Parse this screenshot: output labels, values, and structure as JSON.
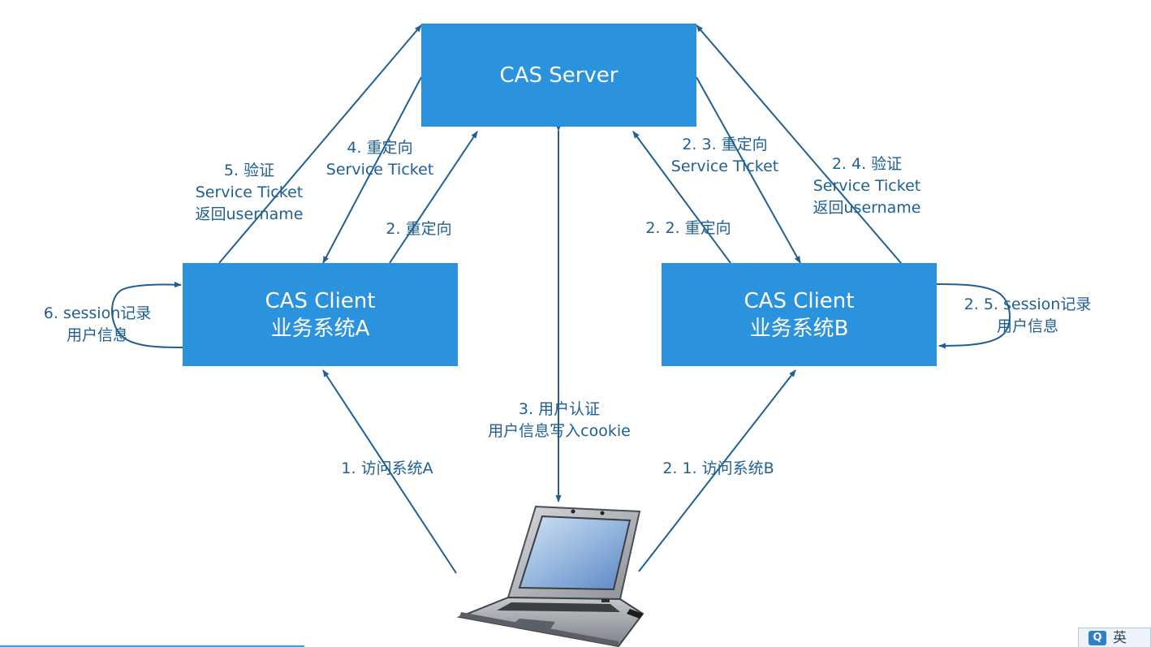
{
  "nodes": {
    "server": {
      "lines": [
        "CAS Server"
      ]
    },
    "client_a": {
      "lines": [
        "CAS Client",
        "业务系统A"
      ]
    },
    "client_b": {
      "lines": [
        "CAS Client",
        "业务系统B"
      ]
    }
  },
  "labels": {
    "a_access": "1. 访问系统A",
    "a_redirect": "2. 重定向",
    "auth": [
      "3. 用户认证",
      "用户信息写入cookie"
    ],
    "a_redirect_st": [
      "4. 重定向",
      "Service  Ticket"
    ],
    "a_validate": [
      "5. 验证",
      "Service Ticket",
      "返回username"
    ],
    "a_session": [
      "6. session记录",
      "用户信息"
    ],
    "b_access": "2. 1. 访问系统B",
    "b_redirect": "2. 2. 重定向",
    "b_redirect_st": [
      "2. 3. 重定向",
      "Service  Ticket"
    ],
    "b_validate": [
      "2. 4. 验证",
      "Service Ticket",
      "返回username"
    ],
    "b_session": [
      "2. 5. session记录",
      "用户信息"
    ]
  },
  "laptop": {
    "icon": "laptop-icon"
  },
  "ime": {
    "logo_icon": "ime-logo-icon",
    "mode": "英"
  },
  "colors": {
    "node_fill": "#2b92de",
    "node_text": "#ffffff",
    "edge": "#1f5f93",
    "label": "#1f5f93"
  }
}
